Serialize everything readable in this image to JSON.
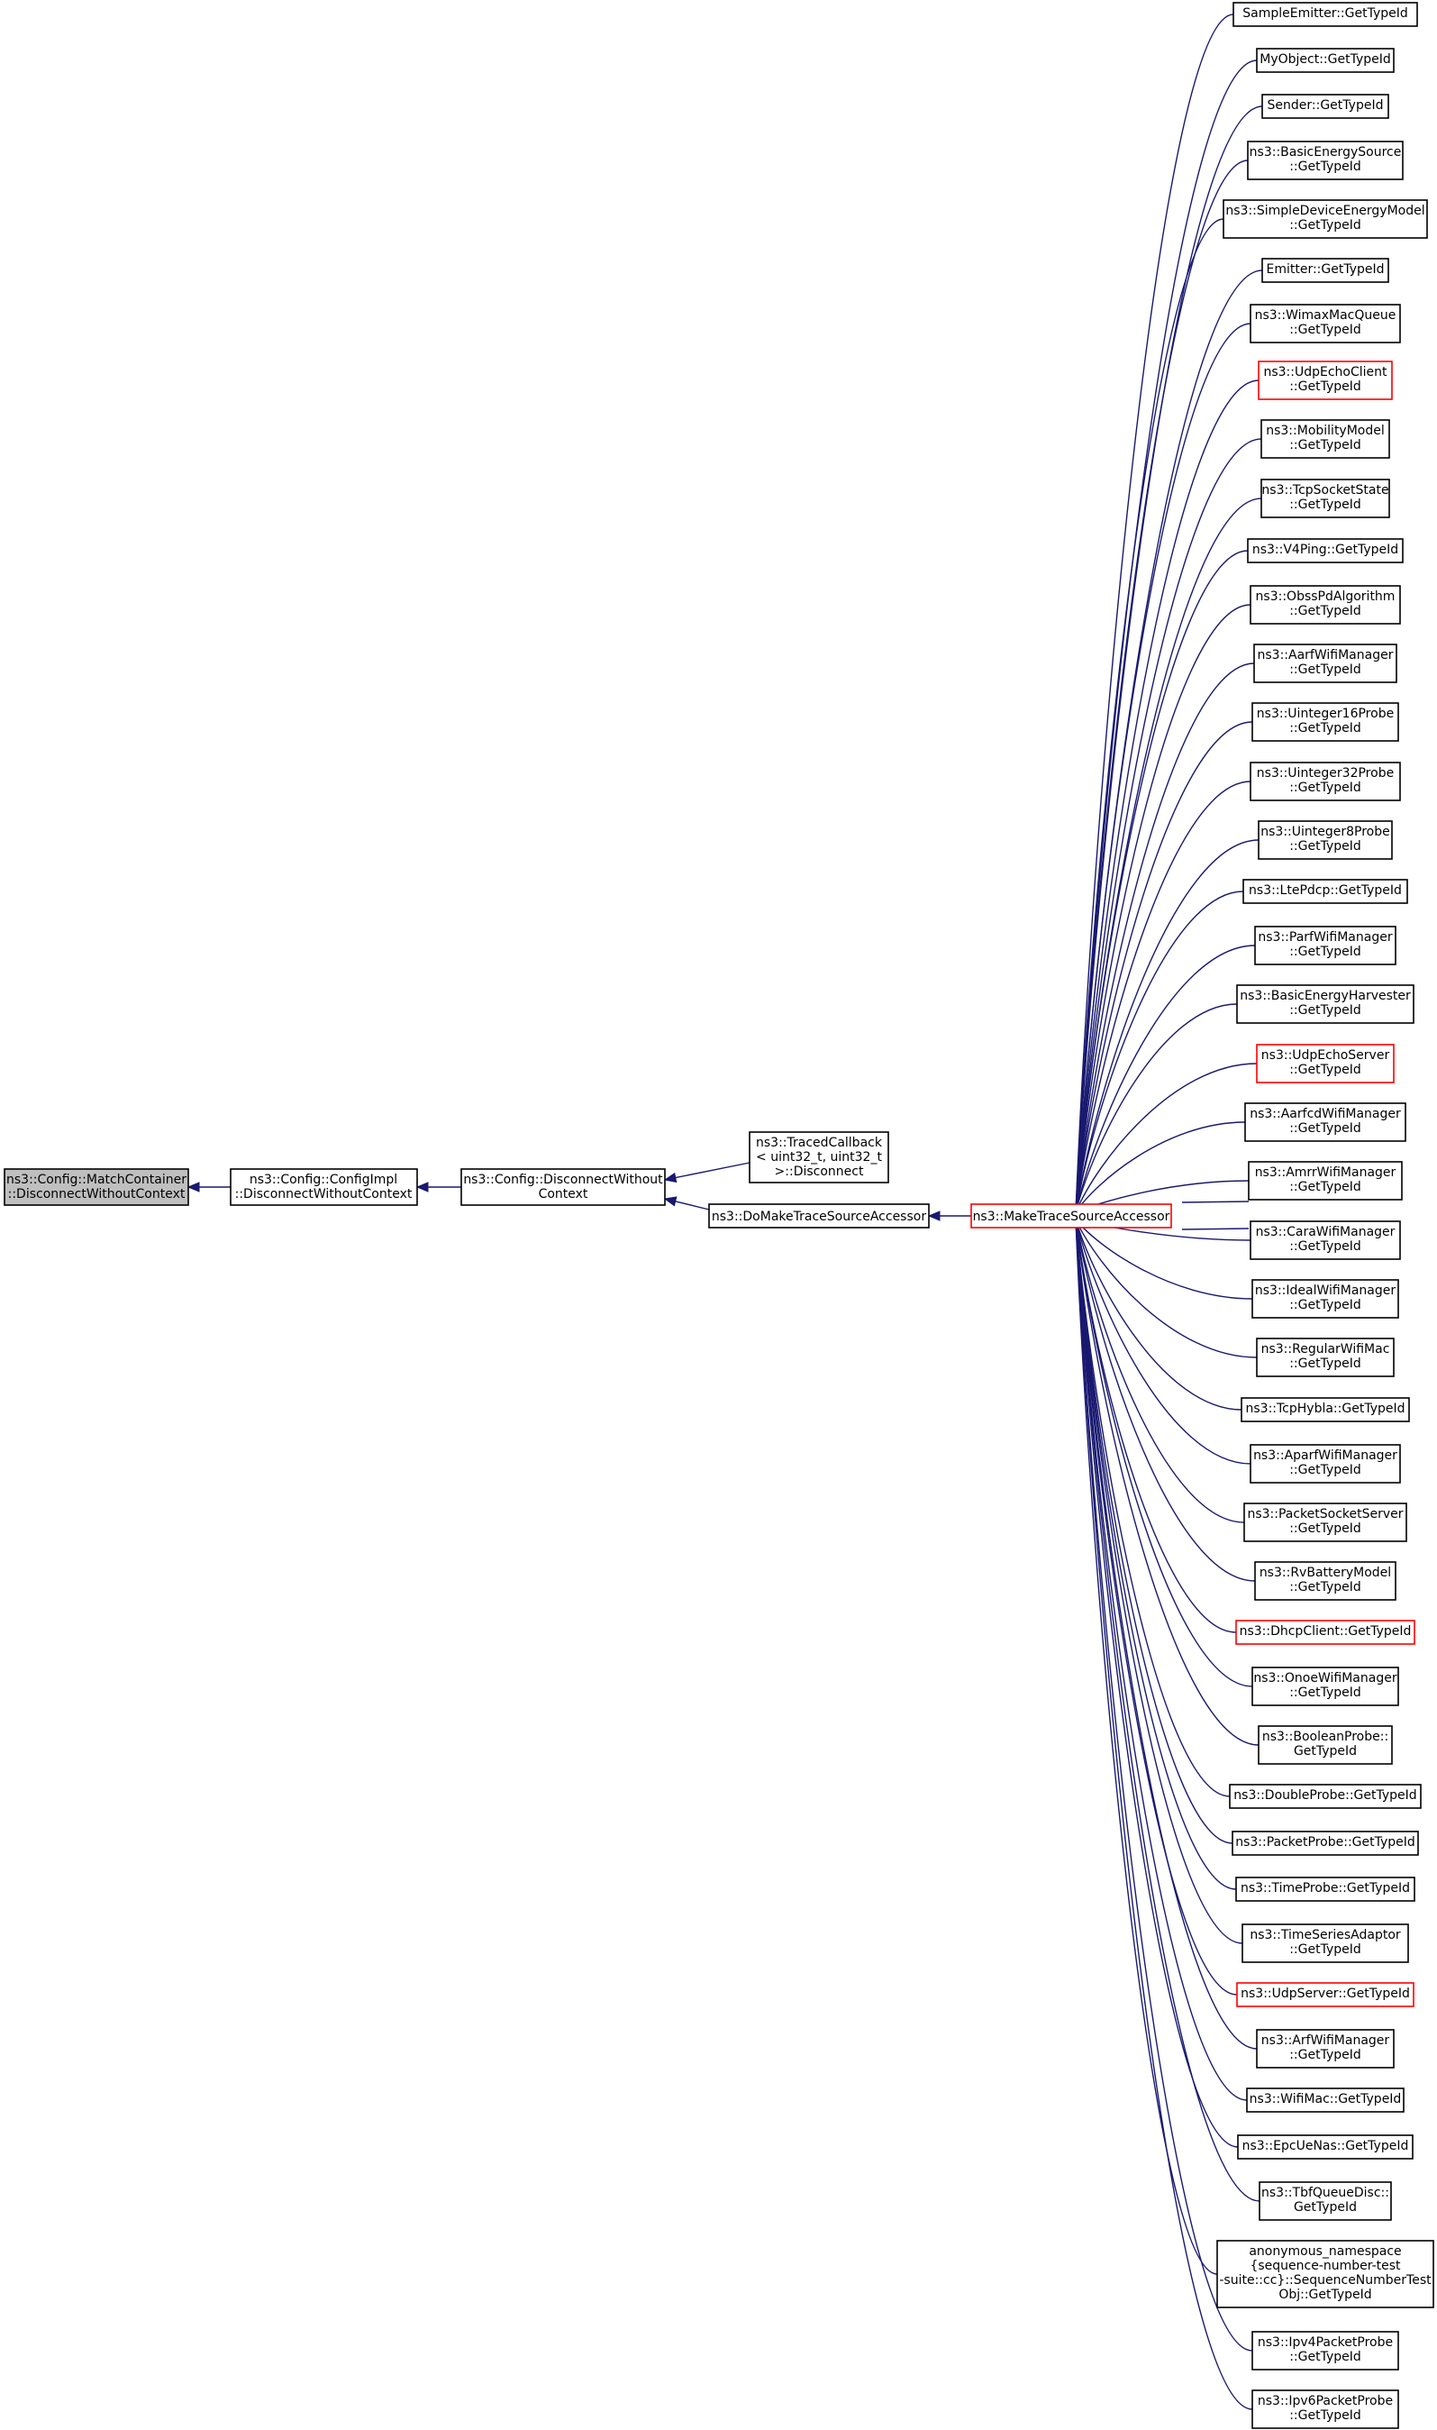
{
  "colors": {
    "edge": "#191970",
    "focus_fill": "#bfbfbf",
    "border_normal": "#000000",
    "border_red": "#ff0000"
  },
  "focus_node": {
    "lines": [
      "ns3::Config::MatchContainer",
      "::DisconnectWithoutContext"
    ]
  },
  "chain": [
    {
      "lines": [
        "ns3::Config::ConfigImpl",
        "::DisconnectWithoutContext"
      ],
      "red": false
    },
    {
      "lines": [
        "ns3::Config::DisconnectWithout",
        "Context"
      ],
      "red": false
    },
    {
      "lines": [
        "ns3::TracedCallback",
        "< uint32_t, uint32_t",
        ">::Disconnect"
      ],
      "red": false
    },
    {
      "lines": [
        "ns3::DoMakeTraceSourceAccessor"
      ],
      "red": false
    },
    {
      "lines": [
        "ns3::MakeTraceSourceAccessor"
      ],
      "red": true
    }
  ],
  "callers": [
    {
      "lines": [
        "SampleEmitter::GetTypeId"
      ],
      "red": false
    },
    {
      "lines": [
        "MyObject::GetTypeId"
      ],
      "red": false
    },
    {
      "lines": [
        "Sender::GetTypeId"
      ],
      "red": false
    },
    {
      "lines": [
        "ns3::BasicEnergySource",
        "::GetTypeId"
      ],
      "red": false
    },
    {
      "lines": [
        "ns3::SimpleDeviceEnergyModel",
        "::GetTypeId"
      ],
      "red": false
    },
    {
      "lines": [
        "Emitter::GetTypeId"
      ],
      "red": false
    },
    {
      "lines": [
        "ns3::WimaxMacQueue",
        "::GetTypeId"
      ],
      "red": false
    },
    {
      "lines": [
        "ns3::UdpEchoClient",
        "::GetTypeId"
      ],
      "red": true
    },
    {
      "lines": [
        "ns3::MobilityModel",
        "::GetTypeId"
      ],
      "red": false
    },
    {
      "lines": [
        "ns3::TcpSocketState",
        "::GetTypeId"
      ],
      "red": false
    },
    {
      "lines": [
        "ns3::V4Ping::GetTypeId"
      ],
      "red": false
    },
    {
      "lines": [
        "ns3::ObssPdAlgorithm",
        "::GetTypeId"
      ],
      "red": false
    },
    {
      "lines": [
        "ns3::AarfWifiManager",
        "::GetTypeId"
      ],
      "red": false
    },
    {
      "lines": [
        "ns3::Uinteger16Probe",
        "::GetTypeId"
      ],
      "red": false
    },
    {
      "lines": [
        "ns3::Uinteger32Probe",
        "::GetTypeId"
      ],
      "red": false
    },
    {
      "lines": [
        "ns3::Uinteger8Probe",
        "::GetTypeId"
      ],
      "red": false
    },
    {
      "lines": [
        "ns3::LtePdcp::GetTypeId"
      ],
      "red": false
    },
    {
      "lines": [
        "ns3::ParfWifiManager",
        "::GetTypeId"
      ],
      "red": false
    },
    {
      "lines": [
        "ns3::BasicEnergyHarvester",
        "::GetTypeId"
      ],
      "red": false
    },
    {
      "lines": [
        "ns3::UdpEchoServer",
        "::GetTypeId"
      ],
      "red": true
    },
    {
      "lines": [
        "ns3::AarfcdWifiManager",
        "::GetTypeId"
      ],
      "red": false
    },
    {
      "lines": [
        "ns3::AmrrWifiManager",
        "::GetTypeId"
      ],
      "red": false
    },
    {
      "lines": [
        "ns3::CaraWifiManager",
        "::GetTypeId"
      ],
      "red": false
    },
    {
      "lines": [
        "ns3::IdealWifiManager",
        "::GetTypeId"
      ],
      "red": false
    },
    {
      "lines": [
        "ns3::RegularWifiMac",
        "::GetTypeId"
      ],
      "red": false
    },
    {
      "lines": [
        "ns3::TcpHybla::GetTypeId"
      ],
      "red": false
    },
    {
      "lines": [
        "ns3::AparfWifiManager",
        "::GetTypeId"
      ],
      "red": false
    },
    {
      "lines": [
        "ns3::PacketSocketServer",
        "::GetTypeId"
      ],
      "red": false
    },
    {
      "lines": [
        "ns3::RvBatteryModel",
        "::GetTypeId"
      ],
      "red": false
    },
    {
      "lines": [
        "ns3::DhcpClient::GetTypeId"
      ],
      "red": true
    },
    {
      "lines": [
        "ns3::OnoeWifiManager",
        "::GetTypeId"
      ],
      "red": false
    },
    {
      "lines": [
        "ns3::BooleanProbe::",
        "GetTypeId"
      ],
      "red": false
    },
    {
      "lines": [
        "ns3::DoubleProbe::GetTypeId"
      ],
      "red": false
    },
    {
      "lines": [
        "ns3::PacketProbe::GetTypeId"
      ],
      "red": false
    },
    {
      "lines": [
        "ns3::TimeProbe::GetTypeId"
      ],
      "red": false
    },
    {
      "lines": [
        "ns3::TimeSeriesAdaptor",
        "::GetTypeId"
      ],
      "red": false
    },
    {
      "lines": [
        "ns3::UdpServer::GetTypeId"
      ],
      "red": true
    },
    {
      "lines": [
        "ns3::ArfWifiManager",
        "::GetTypeId"
      ],
      "red": false
    },
    {
      "lines": [
        "ns3::WifiMac::GetTypeId"
      ],
      "red": false
    },
    {
      "lines": [
        "ns3::EpcUeNas::GetTypeId"
      ],
      "red": false
    },
    {
      "lines": [
        "ns3::TbfQueueDisc::",
        "GetTypeId"
      ],
      "red": false
    },
    {
      "lines": [
        "anonymous_namespace",
        "{sequence-number-test",
        "-suite::cc}::SequenceNumberTest",
        "Obj::GetTypeId"
      ],
      "red": false
    },
    {
      "lines": [
        "ns3::Ipv4PacketProbe",
        "::GetTypeId"
      ],
      "red": false
    },
    {
      "lines": [
        "ns3::Ipv6PacketProbe",
        "::GetTypeId"
      ],
      "red": false
    }
  ]
}
